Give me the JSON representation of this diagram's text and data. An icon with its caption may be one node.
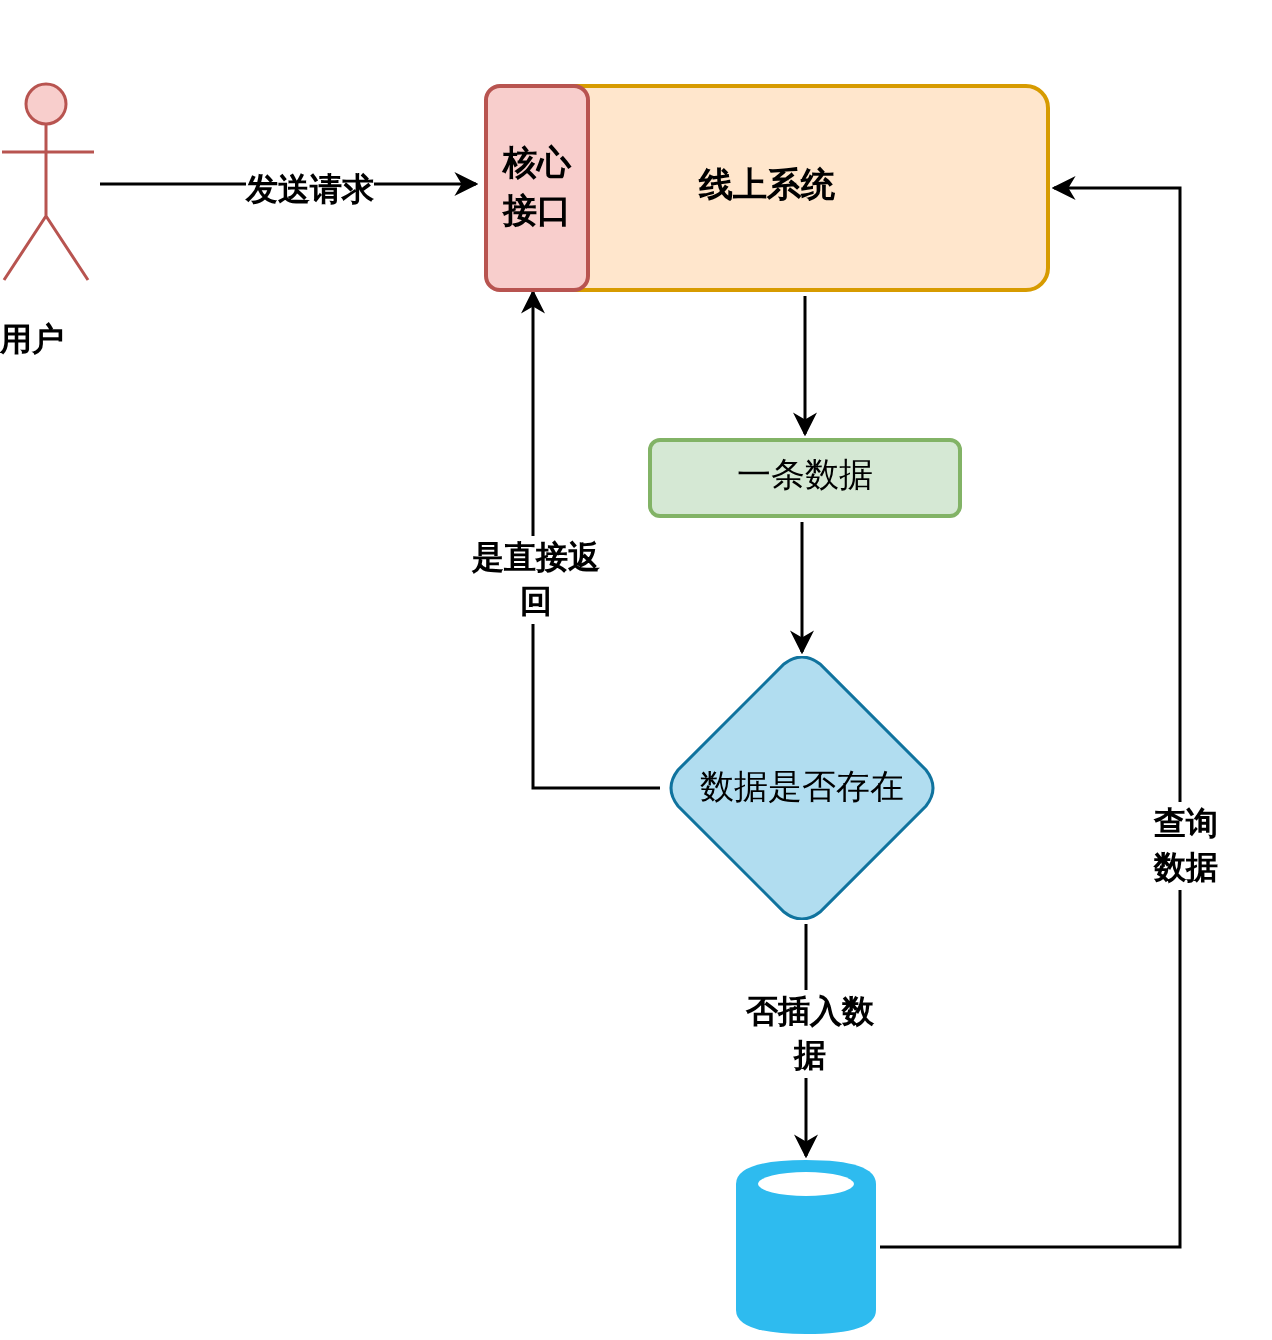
{
  "diagram": {
    "nodes": [
      {
        "text": [],
        "shape": "person",
        "beside": [
          "用户"
        ]
      },
      {
        "text": [
          "线上系统"
        ]
      },
      {
        "text": [
          "核心接口"
        ],
        "in": 1
      },
      {
        "text": [
          "一条数据"
        ]
      },
      {
        "text": [
          "数据是否存在"
        ]
      },
      {
        "text": [],
        "shape": "cylinder"
      }
    ],
    "edges": [
      {
        "from": 0,
        "to": 2,
        "arrow": "to",
        "label": "发送请求"
      },
      {
        "from": 1,
        "to": 3,
        "arrow": "to"
      },
      {
        "from": 3,
        "to": 4,
        "arrow": "to"
      },
      {
        "from": 4,
        "to": 2,
        "arrow": "to",
        "label": "是直接返回"
      },
      {
        "from": 4,
        "to": 5,
        "arrow": "to",
        "label": "否插入数据"
      },
      {
        "from": 5,
        "to": 1,
        "arrow": "to",
        "label": "查询数据"
      }
    ]
  }
}
